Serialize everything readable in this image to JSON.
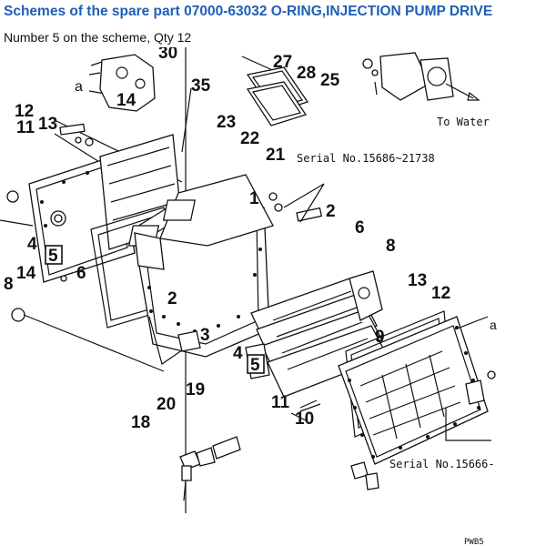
{
  "header": {
    "title": "Schemes of the spare part 07000-63032 O-RING,INJECTION PUMP DRIVE",
    "subtitle": "Number 5 on the scheme, Qty 12"
  },
  "colors": {
    "title": "#1f5fb5",
    "text": "#111111",
    "background": "#ffffff"
  },
  "diagram": {
    "callouts": {
      "n30": "30",
      "n27": "27",
      "n28": "28",
      "n25": "25",
      "n35": "35",
      "a1": "a",
      "n14a": "14",
      "n12a": "12",
      "n11a": "11",
      "n13a": "13",
      "n23": "23",
      "n22": "22",
      "n21": "21",
      "n1": "1",
      "n2a": "2",
      "n6a": "6",
      "n8a": "8",
      "n4a": "4",
      "n5a": "5",
      "n8b": "8",
      "n14b": "14",
      "n6b": "6",
      "n2b": "2",
      "n13b": "13",
      "n12b": "12",
      "n3": "3",
      "n9": "9",
      "n4b": "4",
      "n5b": "5",
      "a2": "a",
      "n11b": "11",
      "n10": "10",
      "n19": "19",
      "n20": "20",
      "n18": "18"
    },
    "labels": {
      "to_water": "To Water",
      "serial_1": "Serial No.15686~21738",
      "serial_2": "Serial No.15666-",
      "code": "PWB5"
    }
  }
}
